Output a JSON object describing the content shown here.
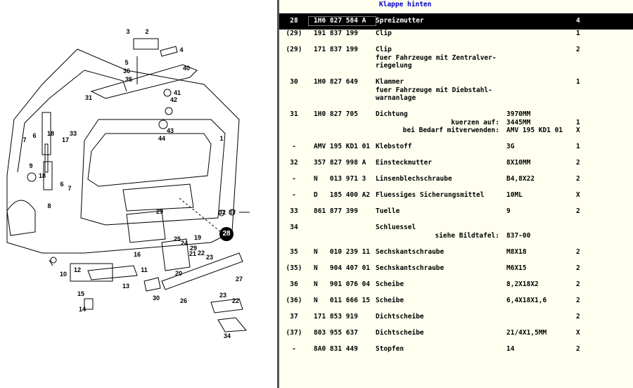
{
  "diagram": {
    "callouts": [
      "3",
      "2",
      "4",
      "5",
      "36",
      "35",
      "40",
      "41",
      "31",
      "42",
      "6",
      "7",
      "18",
      "17",
      "33",
      "43",
      "44",
      "1",
      "9",
      "18",
      "6",
      "7",
      "8",
      "32",
      "37",
      "29",
      "28",
      "19",
      "25",
      "24",
      "29",
      "22",
      "23",
      "21",
      "16",
      "10",
      "12",
      "11",
      "20",
      "13",
      "27",
      "15",
      "14",
      "30",
      "26",
      "23",
      "22",
      "34"
    ]
  },
  "parts": {
    "title": "Klappe hinten",
    "rows": [
      {
        "num": "28",
        "part": "1H6 827 584 A",
        "desc": "Spreizmutter",
        "spec": "",
        "qty": "4",
        "selected": true,
        "sub": []
      },
      {
        "num": "(29)",
        "part": "191 837 199",
        "desc": "Clip",
        "spec": "",
        "qty": "1",
        "sub": []
      },
      {
        "num": "(29)",
        "part": "171 837 199",
        "desc": "Clip",
        "spec": "",
        "qty": "2",
        "sub": [
          {
            "text": "fuer Fahrzeuge mit Zentralver-"
          },
          {
            "text": "riegelung"
          }
        ]
      },
      {
        "num": "30",
        "part": "1H0 827 649",
        "desc": "Klammer",
        "spec": "",
        "qty": "1",
        "sub": [
          {
            "text": "fuer Fahrzeuge mit Diebstahl-"
          },
          {
            "text": "warnanlage"
          }
        ]
      },
      {
        "num": "31",
        "part": "1H0 827 705",
        "desc": "Dichtung",
        "spec": "3970MM",
        "qty": "",
        "sub": [
          {
            "label": "kuerzen auf:",
            "spec": "3445MM",
            "qty": "1"
          },
          {
            "label": "bei Bedarf mitverwenden:",
            "spec": "AMV 195 KD1 01",
            "qty": "X"
          }
        ]
      },
      {
        "num": "-",
        "part": "AMV 195 KD1 01",
        "desc": "Klebstoff",
        "spec": "3G",
        "qty": "1",
        "sub": []
      },
      {
        "num": "32",
        "part": "357 827 998 A",
        "desc": "Einsteckmutter",
        "spec": "8X10MM",
        "qty": "2",
        "sub": []
      },
      {
        "num": "-",
        "part": "N   013 971 3",
        "desc": "Linsenblechschraube",
        "spec": "B4,8X22",
        "qty": "2",
        "sub": []
      },
      {
        "num": "-",
        "part": "D   185 400 A2",
        "desc": "Fluessiges Sicherungsmittel",
        "spec": "10ML",
        "qty": "X",
        "sub": []
      },
      {
        "num": "33",
        "part": "861 877 399",
        "desc": "Tuelle",
        "spec": "9",
        "qty": "2",
        "sub": []
      },
      {
        "num": "34",
        "part": "",
        "desc": "Schluessel",
        "spec": "",
        "qty": "",
        "sub": [
          {
            "label": "siehe Bildtafel:",
            "spec": "837-00",
            "qty": ""
          }
        ]
      },
      {
        "num": "35",
        "part": "N   010 239 11",
        "desc": "Sechskantschraube",
        "spec": "M8X18",
        "qty": "2",
        "sub": []
      },
      {
        "num": "(35)",
        "part": "N   904 407 01",
        "desc": "Sechskantschraube",
        "spec": "M6X15",
        "qty": "2",
        "sub": []
      },
      {
        "num": "36",
        "part": "N   901 076 04",
        "desc": "Scheibe",
        "spec": "8,2X18X2",
        "qty": "2",
        "sub": []
      },
      {
        "num": "(36)",
        "part": "N   011 666 15",
        "desc": "Scheibe",
        "spec": "6,4X18X1,6",
        "qty": "2",
        "sub": []
      },
      {
        "num": "37",
        "part": "171 853 919",
        "desc": "Dichtscheibe",
        "spec": "",
        "qty": "2",
        "sub": []
      },
      {
        "num": "(37)",
        "part": "803 955 637",
        "desc": "Dichtscheibe",
        "spec": "21/4X1,5MM",
        "qty": "X",
        "sub": []
      },
      {
        "num": "-",
        "part": "8A0 831 449",
        "desc": "Stopfen",
        "spec": "14",
        "qty": "2",
        "sub": []
      }
    ]
  }
}
